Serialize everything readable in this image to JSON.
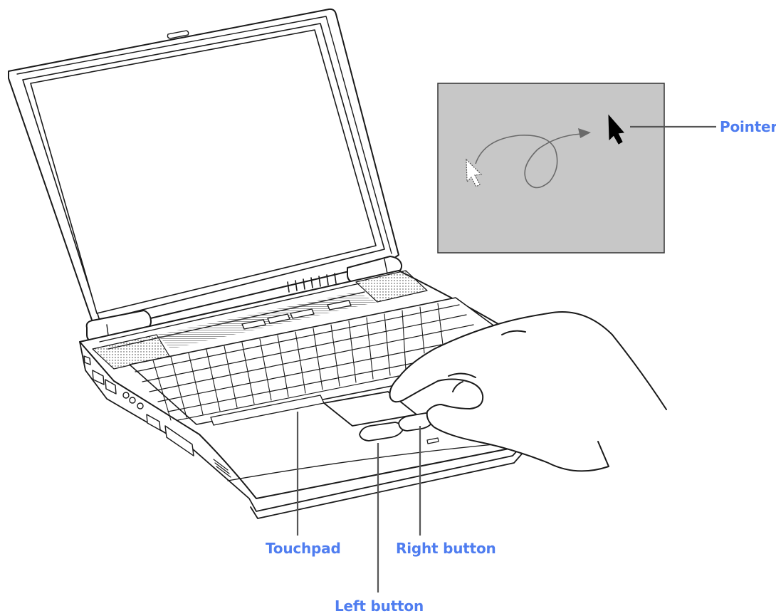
{
  "labels": {
    "pointer": "Pointer",
    "touchpad": "Touchpad",
    "right_button": "Right button",
    "left_button": "Left button"
  },
  "colors": {
    "label": "#4f7df0",
    "screen_inset": "#c7c7c7",
    "line_art": "#1a1a1a",
    "leader_line": "#555555"
  }
}
